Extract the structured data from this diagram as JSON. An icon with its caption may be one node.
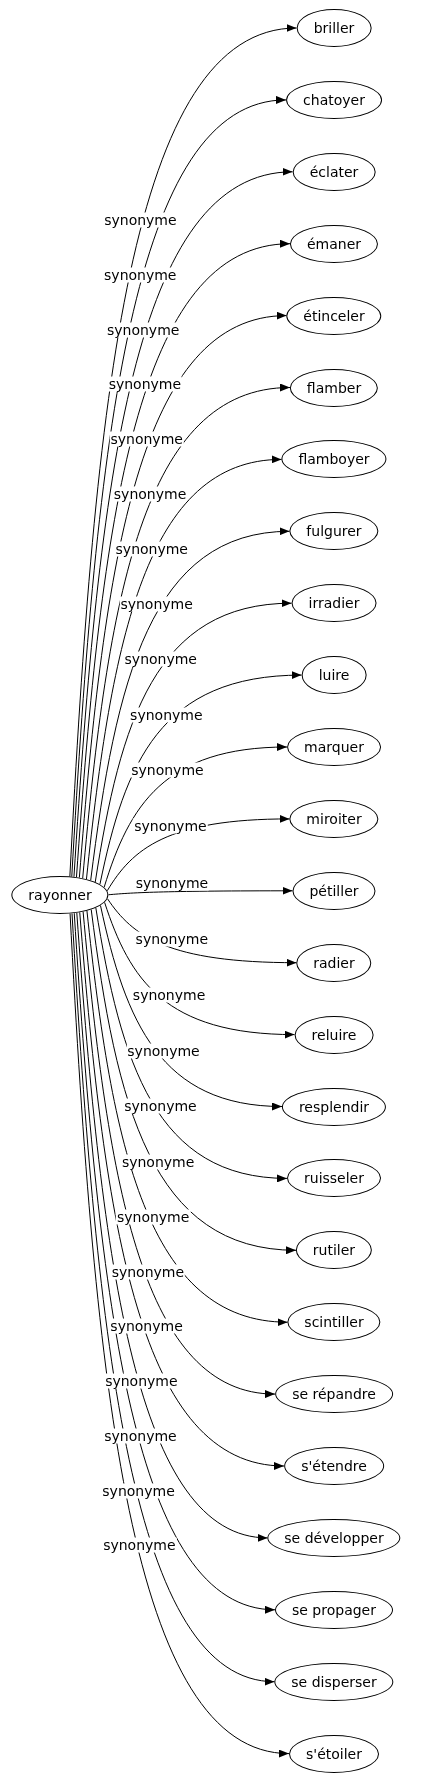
{
  "diagram": {
    "nodes": [
      {
        "text": [
          "rayonner"
        ]
      },
      {
        "text": [
          "briller"
        ]
      },
      {
        "text": [
          "chatoyer"
        ]
      },
      {
        "text": [
          "éclater"
        ]
      },
      {
        "text": [
          "émaner"
        ]
      },
      {
        "text": [
          "étinceler"
        ]
      },
      {
        "text": [
          "flamber"
        ]
      },
      {
        "text": [
          "flamboyer"
        ]
      },
      {
        "text": [
          "fulgurer"
        ]
      },
      {
        "text": [
          "irradier"
        ]
      },
      {
        "text": [
          "luire"
        ]
      },
      {
        "text": [
          "marquer"
        ]
      },
      {
        "text": [
          "miroiter"
        ]
      },
      {
        "text": [
          "pétiller"
        ]
      },
      {
        "text": [
          "radier"
        ]
      },
      {
        "text": [
          "reluire"
        ]
      },
      {
        "text": [
          "resplendir"
        ]
      },
      {
        "text": [
          "ruisseler"
        ]
      },
      {
        "text": [
          "rutiler"
        ]
      },
      {
        "text": [
          "scintiller"
        ]
      },
      {
        "text": [
          "se répandre"
        ]
      },
      {
        "text": [
          "s'étendre"
        ]
      },
      {
        "text": [
          "se développer"
        ]
      },
      {
        "text": [
          "se propager"
        ]
      },
      {
        "text": [
          "se disperser"
        ]
      },
      {
        "text": [
          "s'étoiler"
        ]
      }
    ],
    "edges": [
      {
        "from": 0,
        "to": 1,
        "arrow": "to",
        "label": "synonyme"
      },
      {
        "from": 0,
        "to": 2,
        "arrow": "to",
        "label": "synonyme"
      },
      {
        "from": 0,
        "to": 3,
        "arrow": "to",
        "label": "synonyme"
      },
      {
        "from": 0,
        "to": 4,
        "arrow": "to",
        "label": "synonyme"
      },
      {
        "from": 0,
        "to": 5,
        "arrow": "to",
        "label": "synonyme"
      },
      {
        "from": 0,
        "to": 6,
        "arrow": "to",
        "label": "synonyme"
      },
      {
        "from": 0,
        "to": 7,
        "arrow": "to",
        "label": "synonyme"
      },
      {
        "from": 0,
        "to": 8,
        "arrow": "to",
        "label": "synonyme"
      },
      {
        "from": 0,
        "to": 9,
        "arrow": "to",
        "label": "synonyme"
      },
      {
        "from": 0,
        "to": 10,
        "arrow": "to",
        "label": "synonyme"
      },
      {
        "from": 0,
        "to": 11,
        "arrow": "to",
        "label": "synonyme"
      },
      {
        "from": 0,
        "to": 12,
        "arrow": "to",
        "label": "synonyme"
      },
      {
        "from": 0,
        "to": 13,
        "arrow": "to",
        "label": "synonyme"
      },
      {
        "from": 0,
        "to": 14,
        "arrow": "to",
        "label": "synonyme"
      },
      {
        "from": 0,
        "to": 15,
        "arrow": "to",
        "label": "synonyme"
      },
      {
        "from": 0,
        "to": 16,
        "arrow": "to",
        "label": "synonyme"
      },
      {
        "from": 0,
        "to": 17,
        "arrow": "to",
        "label": "synonyme"
      },
      {
        "from": 0,
        "to": 18,
        "arrow": "to",
        "label": "synonyme"
      },
      {
        "from": 0,
        "to": 19,
        "arrow": "to",
        "label": "synonyme"
      },
      {
        "from": 0,
        "to": 20,
        "arrow": "to",
        "label": "synonyme"
      },
      {
        "from": 0,
        "to": 21,
        "arrow": "to",
        "label": "synonyme"
      },
      {
        "from": 0,
        "to": 22,
        "arrow": "to",
        "label": "synonyme"
      },
      {
        "from": 0,
        "to": 23,
        "arrow": "to",
        "label": "synonyme"
      },
      {
        "from": 0,
        "to": 24,
        "arrow": "to",
        "label": "synonyme"
      },
      {
        "from": 0,
        "to": 25,
        "arrow": "to",
        "label": "synonyme"
      }
    ]
  }
}
